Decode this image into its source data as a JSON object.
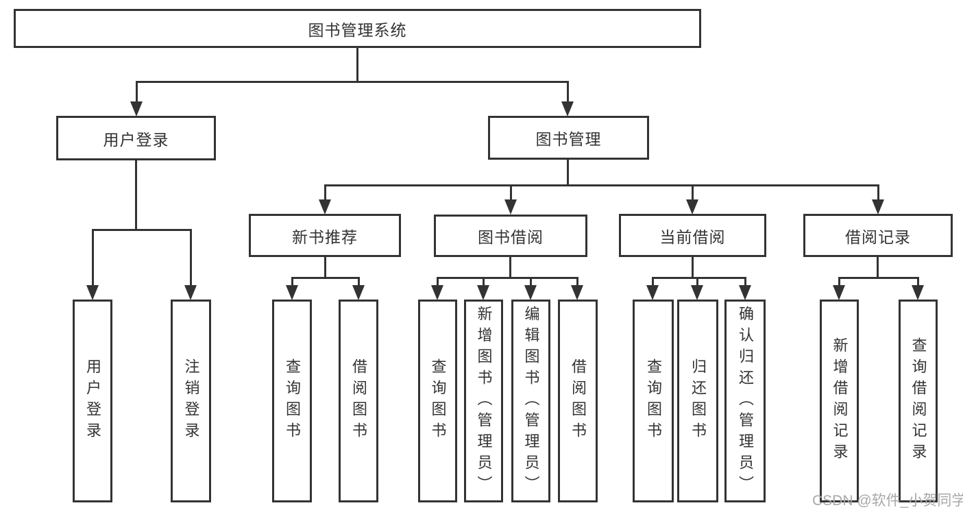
{
  "diagram": {
    "type": "hierarchy-tree",
    "colors": {
      "line": "#333333",
      "text": "#333333",
      "box_fill": "#ffffff",
      "background": "#ffffff",
      "watermark": "#a8a8a8"
    },
    "tree": {
      "root": {
        "label": "图书管理系统",
        "children": [
          {
            "label": "用户登录",
            "children": [
              {
                "label": "用户登录"
              },
              {
                "label": "注销登录"
              }
            ]
          },
          {
            "label": "图书管理",
            "children": [
              {
                "label": "新书推荐",
                "children": [
                  {
                    "label": "查询图书"
                  },
                  {
                    "label": "借阅图书"
                  }
                ]
              },
              {
                "label": "图书借阅",
                "children": [
                  {
                    "label": "查询图书"
                  },
                  {
                    "label": "新增图书（管理员）"
                  },
                  {
                    "label": "编辑图书（管理员）"
                  },
                  {
                    "label": "借阅图书"
                  }
                ]
              },
              {
                "label": "当前借阅",
                "children": [
                  {
                    "label": "查询图书"
                  },
                  {
                    "label": "归还图书"
                  },
                  {
                    "label": "确认归还（管理员）"
                  }
                ]
              },
              {
                "label": "借阅记录",
                "children": [
                  {
                    "label": "新增借阅记录"
                  },
                  {
                    "label": "查询借阅记录"
                  }
                ]
              }
            ]
          }
        ]
      }
    },
    "watermark": {
      "text": "CSDN @软件_小贺同学"
    }
  }
}
